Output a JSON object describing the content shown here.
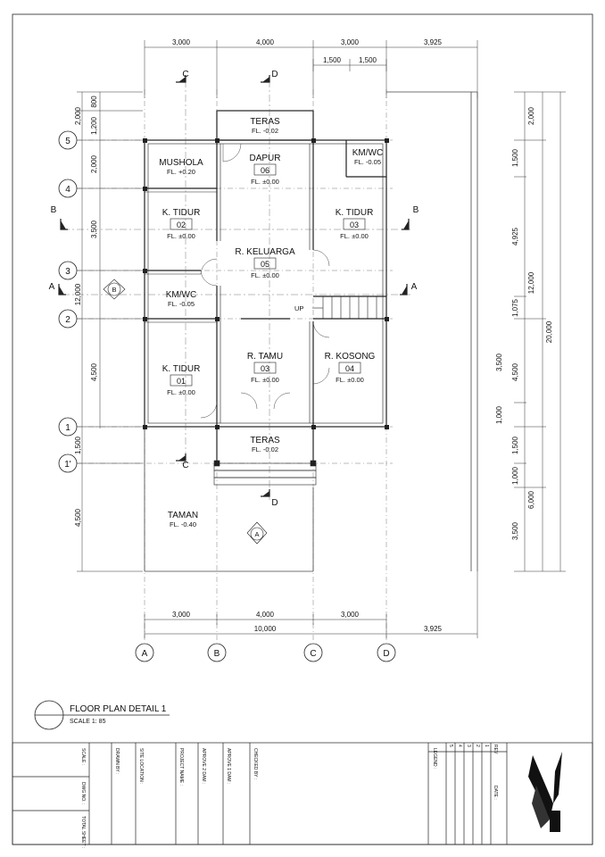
{
  "dims_top": {
    "d1": "3,000",
    "d2": "4,000",
    "d3": "3,000",
    "d4": "3,925",
    "s1": "1,500",
    "s2": "1,500"
  },
  "dims_bottom": {
    "d1": "3,000",
    "d2": "4,000",
    "d3": "3,000",
    "total": "10,000",
    "right": "3,925"
  },
  "dims_left": {
    "a": "2,000",
    "b": "800",
    "c": "1,200",
    "d": "2,000",
    "e": "3,500",
    "f": "12,000",
    "g": "4,500",
    "h": "1,500",
    "i": "4,500"
  },
  "dims_right": {
    "a": "2,000",
    "b": "1,500",
    "c": "4,925",
    "d": "12,000",
    "e": "20,000",
    "f": "1,075",
    "g": "3,500",
    "h": "4,500",
    "i": "1,000",
    "j": "1,500",
    "k": "1,000",
    "l": "6,000",
    "m": "3,500"
  },
  "grid_rows": [
    "5",
    "4",
    "3",
    "2",
    "1",
    "1'"
  ],
  "grid_cols": [
    "A",
    "B",
    "C",
    "D"
  ],
  "sections": {
    "c": "C",
    "d": "D",
    "a": "A",
    "b": "B"
  },
  "rooms": {
    "teras_top": {
      "name": "TERAS",
      "fl": "FL. -0.02"
    },
    "mushola": {
      "name": "MUSHOLA",
      "fl": "FL. +0.20"
    },
    "dapur": {
      "name": "DAPUR",
      "num": "06",
      "fl": "FL. ±0.00"
    },
    "kmwc_top": {
      "name": "KM/WC",
      "fl": "FL. -0.05"
    },
    "ktidur02": {
      "name": "K. TIDUR",
      "num": "02",
      "fl": "FL. ±0.00"
    },
    "ktidur03": {
      "name": "K. TIDUR",
      "num": "03",
      "fl": "FL. ±0.00"
    },
    "keluarga": {
      "name": "R. KELUARGA",
      "num": "05",
      "fl": "FL. ±0.00"
    },
    "kmwc_mid": {
      "name": "KM/WC",
      "fl": "FL. -0.05"
    },
    "ktidur01": {
      "name": "K. TIDUR",
      "num": "01",
      "fl": "FL. ±0.00"
    },
    "tamu": {
      "name": "R. TAMU",
      "num": "03",
      "fl": "FL. ±0.00"
    },
    "kosong": {
      "name": "R. KOSONG",
      "num": "04",
      "fl": "FL. ±0.00"
    },
    "teras_bot": {
      "name": "TERAS",
      "fl": "FL. -0.02"
    },
    "taman": {
      "name": "TAMAN",
      "fl": "FL. -0.40"
    }
  },
  "up_label": "UP",
  "plan_title": "FLOOR PLAN DETAIL 1",
  "plan_scale": "SCALE 1: 85",
  "title_block": {
    "scale": "SCALE :",
    "dwg_no": "DWG NO. :",
    "total_sheet": "TOTAL SHEET :",
    "drawn_by": "DRAWN BY :",
    "site_location": "SITE LOCATION :",
    "project_name": "PROJECT NAME :",
    "approve2": "APROVE 2 DAM :",
    "approve1": "APROVE 1 DAM :",
    "checked_by": "CHECKED BY :",
    "legend": "LEGEND :",
    "rev": "REV",
    "rev_nums": [
      "5",
      "4",
      "3",
      "2",
      "1"
    ],
    "date": "DATE :"
  }
}
